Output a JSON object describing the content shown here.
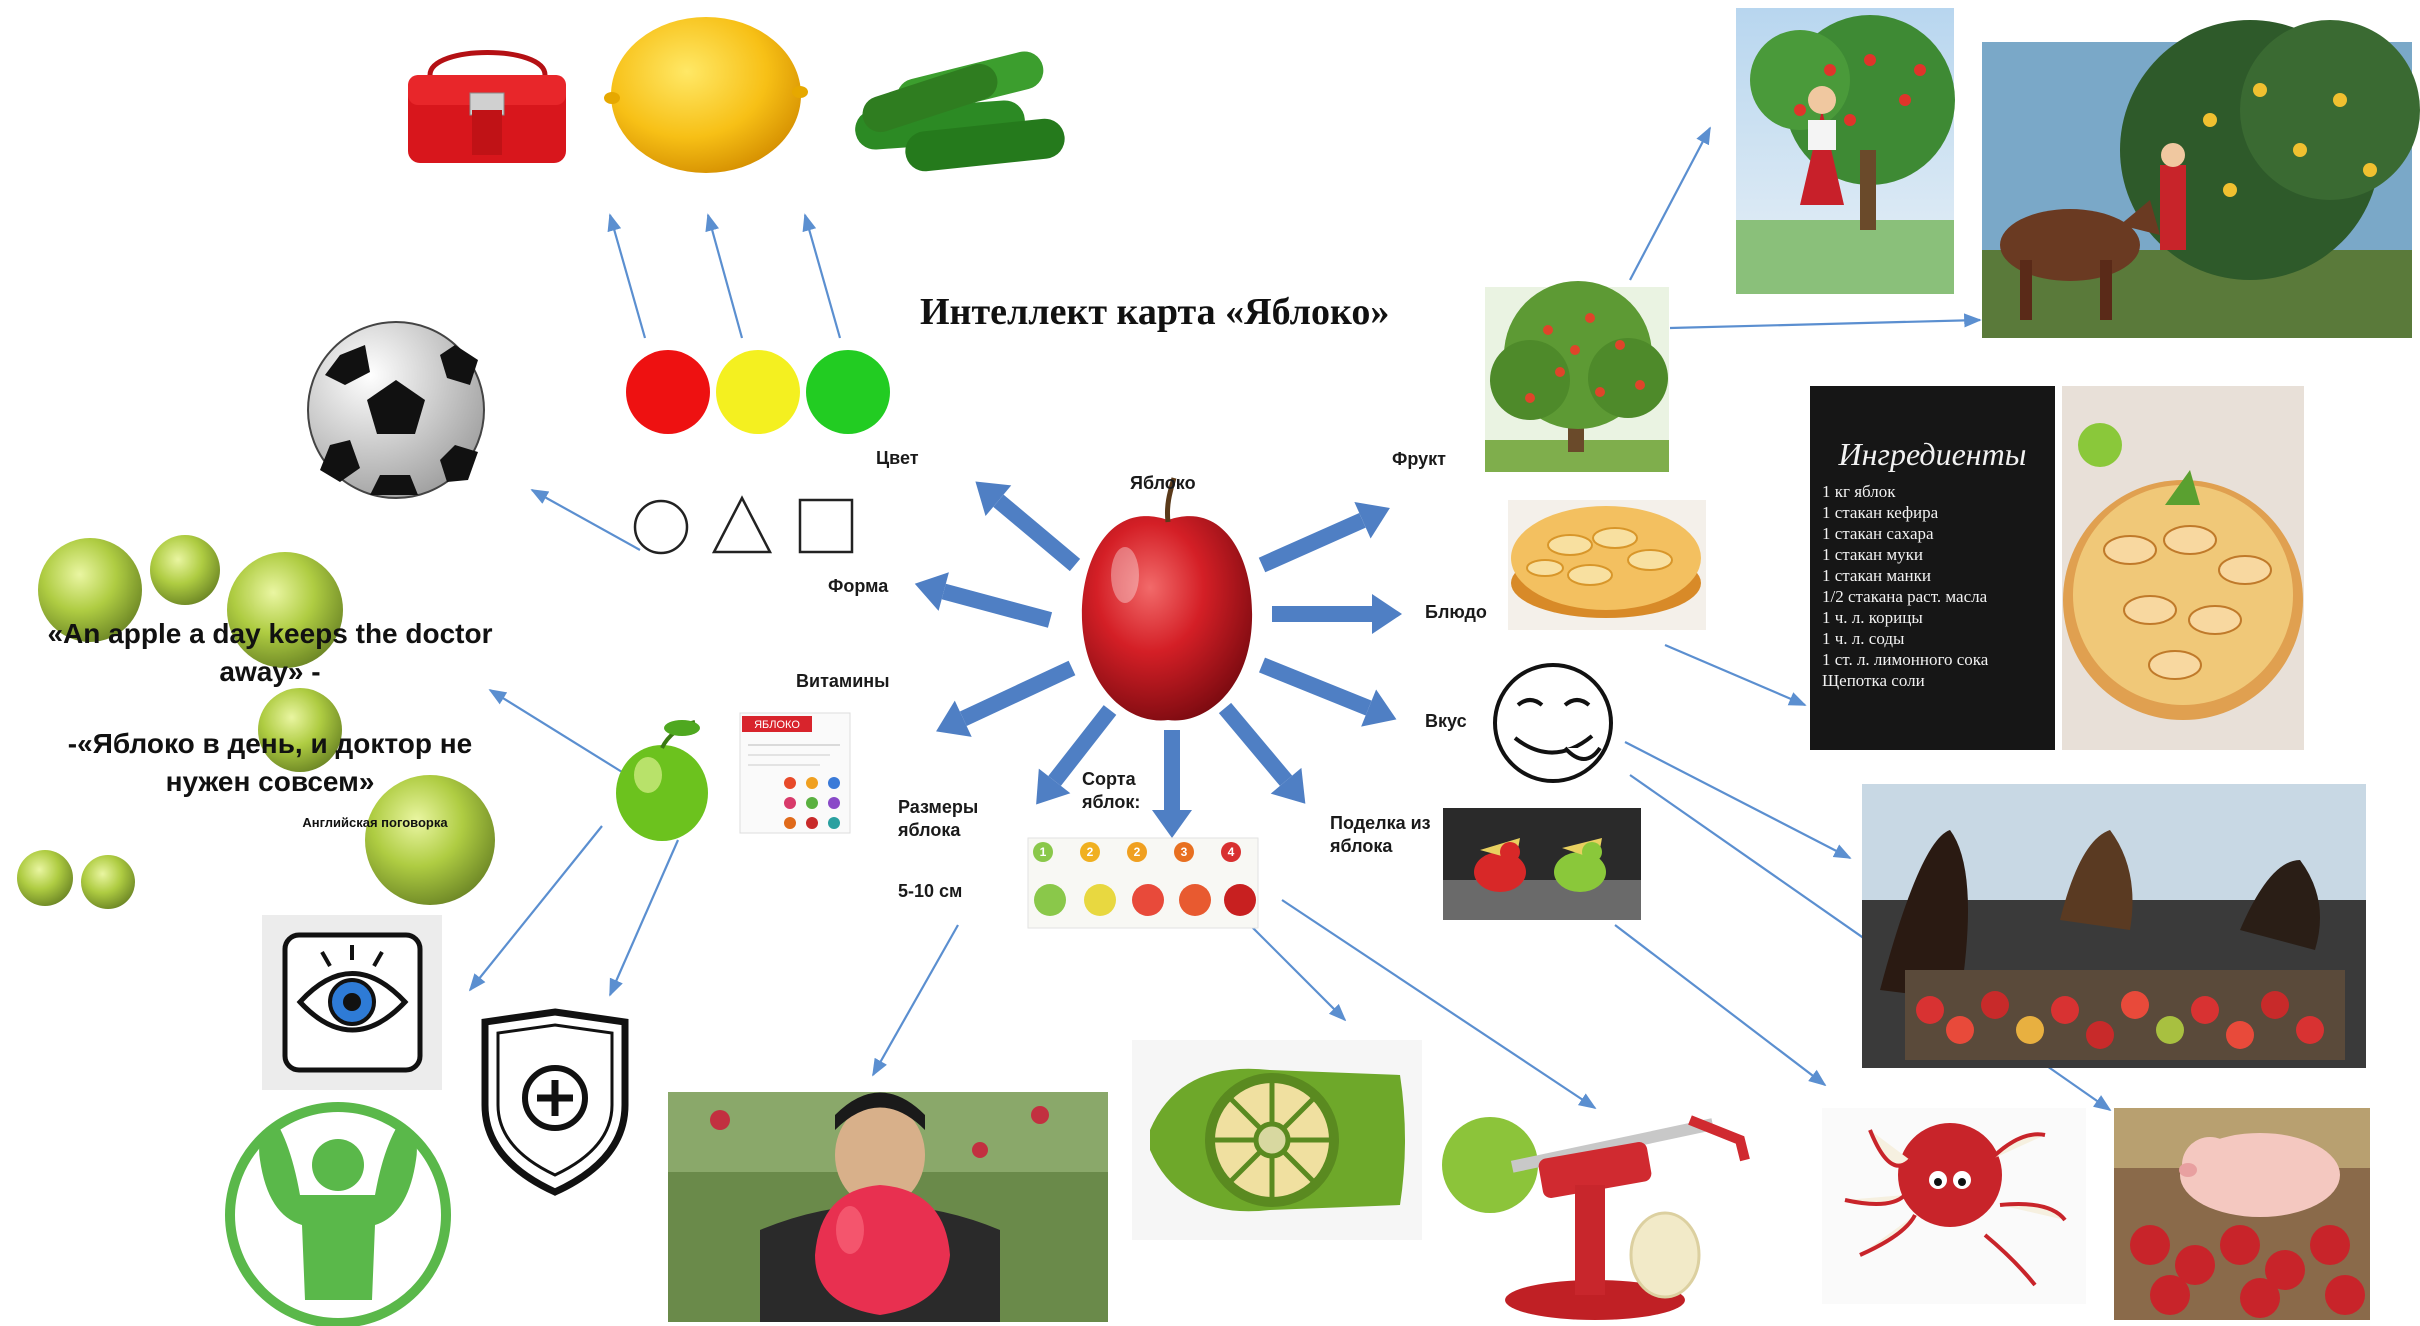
{
  "title": "Интеллект карта  «Яблоко»",
  "center_label": "Яблоко",
  "branches": {
    "color": "Цвет",
    "shape": "Форма",
    "vitamins": "Витамины",
    "size_title": "Размеры яблока",
    "size_value": "5-10 см",
    "sorts": "Сорта яблок:",
    "fruit": "Фрукт",
    "dish": "Блюдо",
    "taste": "Вкус",
    "craft": "Поделка из яблока"
  },
  "saying": {
    "english": "«An apple a day keeps the doctor away» -",
    "russian": "-«Яблоко в день, и доктор не нужен совсем»",
    "caption": "Английская поговорка"
  },
  "recipe": {
    "title": "Ингредиенты",
    "items": [
      "1 кг яблок",
      "1 стакан кефира",
      "1 стакан сахара",
      "1 стакан муки",
      "1 стакан манки",
      "1/2 стакана раст. масла",
      "1 ч. л. корицы",
      "1 ч. л. соды",
      "1 ст. л. лимонного сока",
      "Щепотка соли"
    ]
  },
  "vitamin_card": {
    "header": "ЯБЛОКО"
  },
  "sort_numbers": [
    "1",
    "2",
    "2",
    "3",
    "4"
  ],
  "colors": {
    "thick_arrow": "#4f7fc4",
    "thin_arrow": "#5b8fd0",
    "traffic_red": "#ee1111",
    "traffic_yellow": "#f4f020",
    "traffic_green": "#22cc22"
  }
}
